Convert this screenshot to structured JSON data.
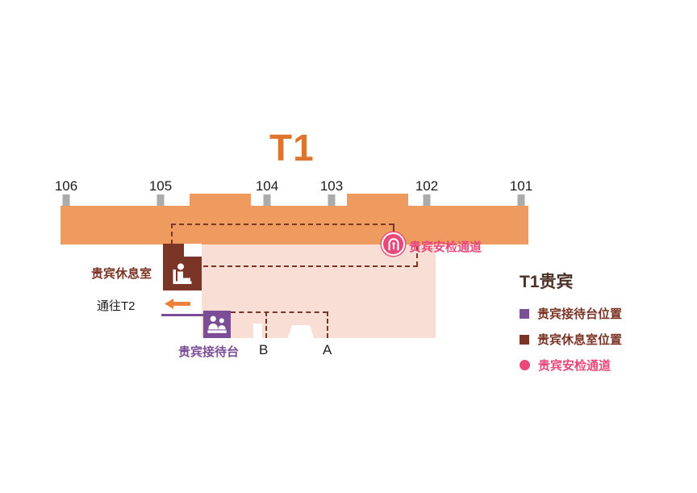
{
  "title": "T1",
  "gates": [
    {
      "label": "106"
    },
    {
      "label": "105"
    },
    {
      "label": "104"
    },
    {
      "label": "103"
    },
    {
      "label": "102"
    },
    {
      "label": "101"
    }
  ],
  "map_labels": {
    "lounge": "贵宾休息室",
    "to_t2": "通往T2",
    "reception": "贵宾接待台",
    "security": "贵宾安检通道",
    "point_b": "B",
    "point_a": "A"
  },
  "legend": {
    "title": "T1贵宾",
    "items": [
      {
        "marker": "square",
        "color": "#7B4E96",
        "label": "贵宾接待台位置"
      },
      {
        "marker": "square",
        "color": "#7B3526",
        "label": "贵宾休息室位置"
      },
      {
        "marker": "circle",
        "color": "#E8487A",
        "label": "贵宾安检通道"
      }
    ]
  },
  "colors": {
    "concourse_orange": "#EF9A5E",
    "hall_pink": "#F9DED6",
    "lounge_brown": "#7B3526",
    "reception_purple": "#7B4E96",
    "security_pink": "#E8487A",
    "title_orange": "#E0742D",
    "gate_marker_gray": "#ABABAB",
    "route_dash_brown": "#7B3526"
  }
}
